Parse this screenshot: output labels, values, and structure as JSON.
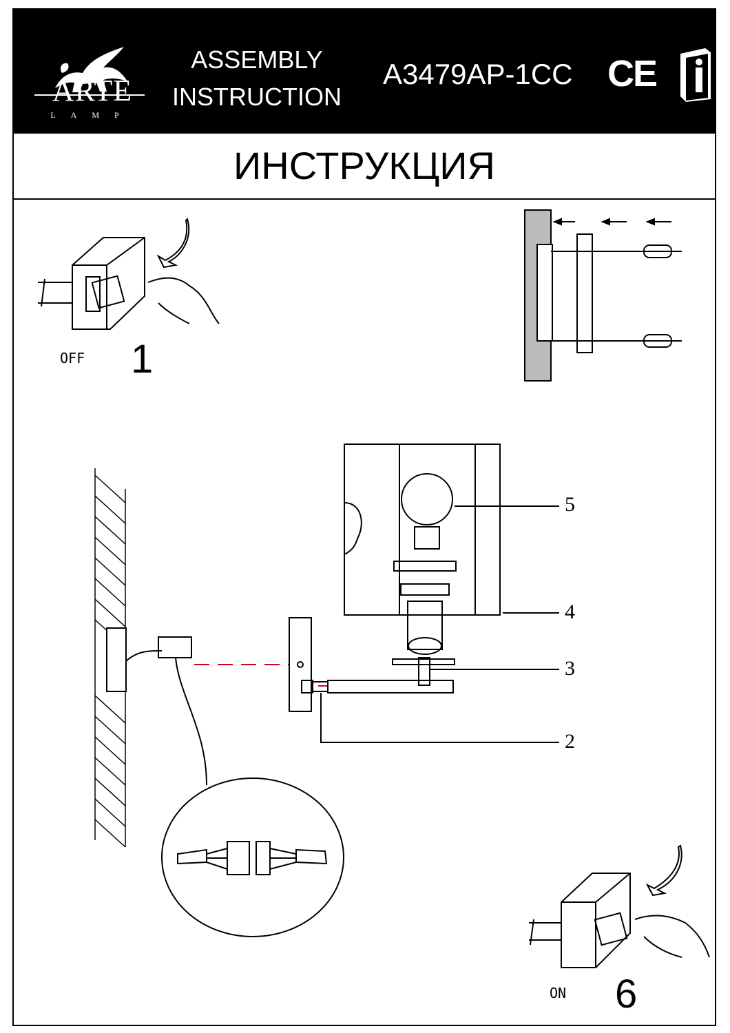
{
  "header": {
    "logo_text": "ARTE",
    "logo_sub": "LAMP",
    "assembly_line1": "ASSEMBLY",
    "assembly_line2": "INSTRUCTION",
    "model": "A3479AP-1CC",
    "ce_mark": "CE",
    "info_icon": "info-book-icon"
  },
  "title": "ИНСТРУКЦИЯ",
  "steps": {
    "first": {
      "label": "OFF",
      "number": "1"
    },
    "last": {
      "label": "ON",
      "number": "6"
    }
  },
  "callouts": [
    "5",
    "4",
    "3",
    "2"
  ],
  "colors": {
    "header_bg": "#000000",
    "text": "#000000",
    "dash_line": "#d0021b"
  }
}
